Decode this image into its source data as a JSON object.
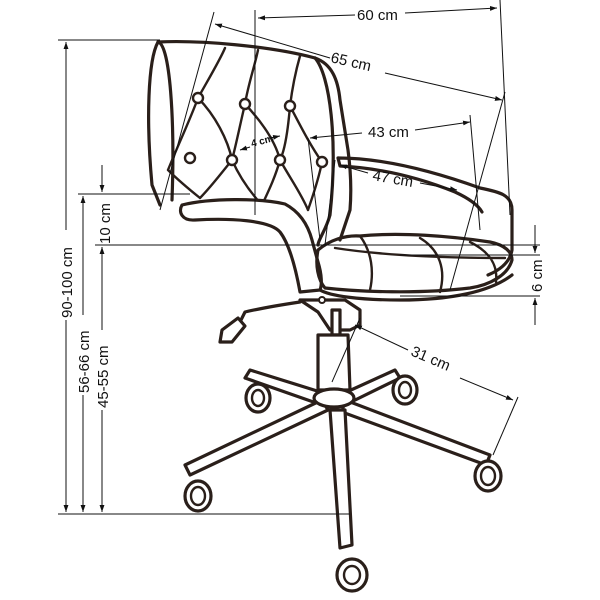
{
  "diagram": {
    "subject": "Office swivel chair with tufted back — dimension drawing",
    "line_color": "#2a1f1a",
    "background": "#ffffff",
    "dimensions": {
      "overall_width": "60 cm",
      "overall_depth": "65 cm",
      "backrest_width": "43 cm",
      "seat_width": "47 cm",
      "tuft_spacing": "4 cm",
      "armrest_height_above_seat": "10 cm",
      "seat_thickness": "6 cm",
      "base_radius": "31 cm",
      "total_height": "90-100 cm",
      "armrest_height": "56-66 cm",
      "seat_height": "45-55 cm"
    }
  }
}
